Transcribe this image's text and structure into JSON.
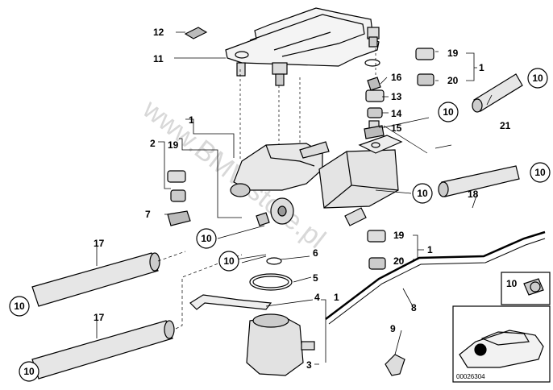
{
  "watermark": "www.BMWstore.pl",
  "diagram_code": "00026304",
  "ring_label": "10",
  "labels": {
    "n1": "1",
    "n2": "2",
    "n3": "3",
    "n4": "4",
    "n5": "5",
    "n6": "6",
    "n7": "7",
    "n8": "8",
    "n9": "9",
    "n11": "11",
    "n12": "12",
    "n13": "13",
    "n14": "14",
    "n15": "15",
    "n16": "16",
    "n17": "17",
    "n18": "18",
    "n19": "19",
    "n20": "20",
    "n21": "21"
  }
}
